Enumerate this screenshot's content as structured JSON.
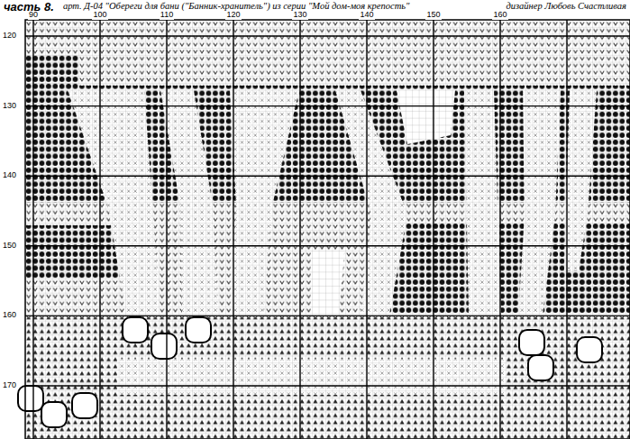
{
  "diagram": {
    "title": "часть 8.",
    "labels": [
      "арт. Д-04 \"Обереги для бани (\"Банник-хранитель\") из серии \"Мой дом-моя крепость\"",
      "дизайнер Любовь Счастливая",
      "90",
      "100",
      "110",
      "120",
      "130",
      "140",
      "150",
      "160",
      "120",
      "130",
      "140",
      "150",
      "160",
      "170"
    ]
  }
}
